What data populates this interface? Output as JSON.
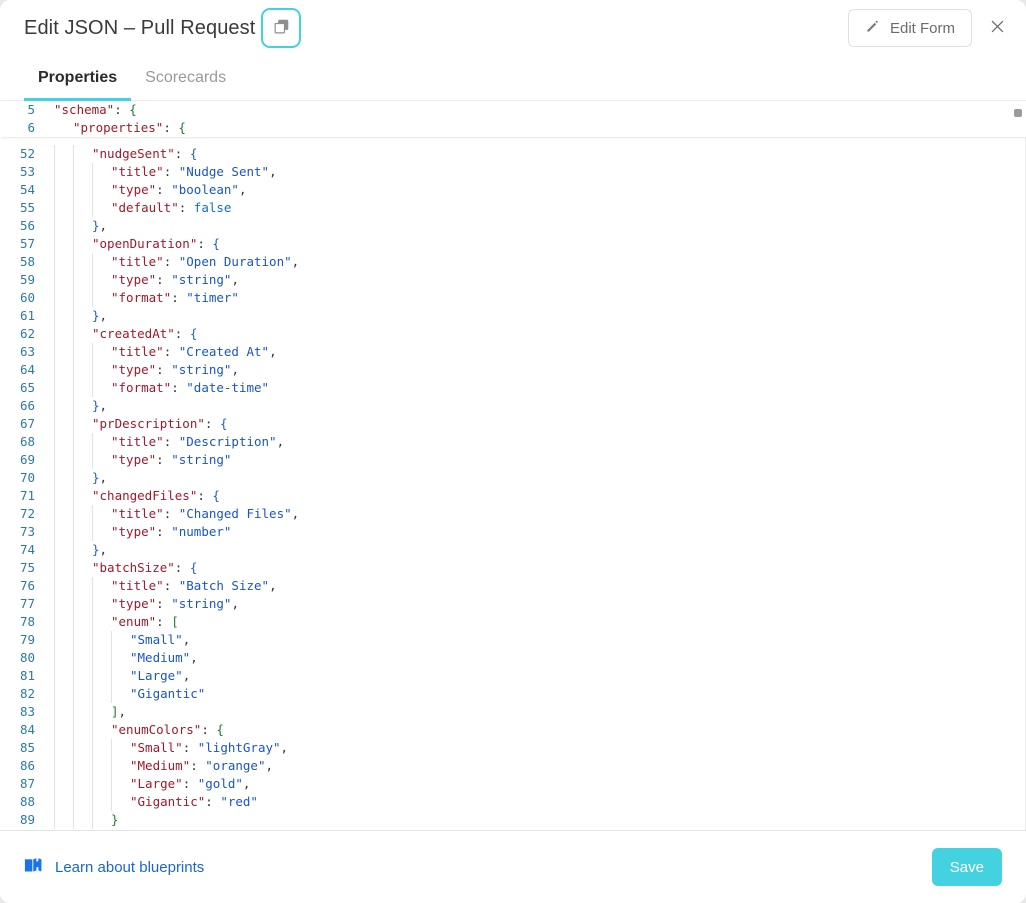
{
  "header": {
    "title": "Edit JSON – Pull Request",
    "copy_icon": "copy-icon",
    "edit_form_label": "Edit Form",
    "pencil_icon": "pencil-icon",
    "close_icon": "close-icon",
    "focus_ring_color": "#44d2e0"
  },
  "tabs": [
    {
      "label": "Properties",
      "active": true
    },
    {
      "label": "Scorecards",
      "active": false
    }
  ],
  "editor": {
    "sticky_lines": [
      {
        "num": "5",
        "indent": 0,
        "tokens": [
          {
            "t": "\"schema\"",
            "c": "k"
          },
          {
            "t": ": ",
            "c": "c"
          },
          {
            "t": "{",
            "c": "g"
          }
        ]
      },
      {
        "num": "6",
        "indent": 1,
        "tokens": [
          {
            "t": "\"properties\"",
            "c": "k"
          },
          {
            "t": ": ",
            "c": "c"
          },
          {
            "t": "{",
            "c": "g"
          }
        ]
      }
    ],
    "lines": [
      {
        "num": "52",
        "indent": 2,
        "tokens": [
          {
            "t": "\"nudgeSent\"",
            "c": "k"
          },
          {
            "t": ": ",
            "c": "c"
          },
          {
            "t": "{",
            "c": "p"
          }
        ]
      },
      {
        "num": "53",
        "indent": 3,
        "tokens": [
          {
            "t": "\"title\"",
            "c": "k"
          },
          {
            "t": ": ",
            "c": "c"
          },
          {
            "t": "\"Nudge Sent\"",
            "c": "s"
          },
          {
            "t": ",",
            "c": "c"
          }
        ]
      },
      {
        "num": "54",
        "indent": 3,
        "tokens": [
          {
            "t": "\"type\"",
            "c": "k"
          },
          {
            "t": ": ",
            "c": "c"
          },
          {
            "t": "\"boolean\"",
            "c": "s"
          },
          {
            "t": ",",
            "c": "c"
          }
        ]
      },
      {
        "num": "55",
        "indent": 3,
        "tokens": [
          {
            "t": "\"default\"",
            "c": "k"
          },
          {
            "t": ": ",
            "c": "c"
          },
          {
            "t": "false",
            "c": "b"
          }
        ]
      },
      {
        "num": "56",
        "indent": 2,
        "tokens": [
          {
            "t": "}",
            "c": "p"
          },
          {
            "t": ",",
            "c": "c"
          }
        ]
      },
      {
        "num": "57",
        "indent": 2,
        "tokens": [
          {
            "t": "\"openDuration\"",
            "c": "k"
          },
          {
            "t": ": ",
            "c": "c"
          },
          {
            "t": "{",
            "c": "p"
          }
        ]
      },
      {
        "num": "58",
        "indent": 3,
        "tokens": [
          {
            "t": "\"title\"",
            "c": "k"
          },
          {
            "t": ": ",
            "c": "c"
          },
          {
            "t": "\"Open Duration\"",
            "c": "s"
          },
          {
            "t": ",",
            "c": "c"
          }
        ]
      },
      {
        "num": "59",
        "indent": 3,
        "tokens": [
          {
            "t": "\"type\"",
            "c": "k"
          },
          {
            "t": ": ",
            "c": "c"
          },
          {
            "t": "\"string\"",
            "c": "s"
          },
          {
            "t": ",",
            "c": "c"
          }
        ]
      },
      {
        "num": "60",
        "indent": 3,
        "tokens": [
          {
            "t": "\"format\"",
            "c": "k"
          },
          {
            "t": ": ",
            "c": "c"
          },
          {
            "t": "\"timer\"",
            "c": "s"
          }
        ]
      },
      {
        "num": "61",
        "indent": 2,
        "tokens": [
          {
            "t": "}",
            "c": "p"
          },
          {
            "t": ",",
            "c": "c"
          }
        ]
      },
      {
        "num": "62",
        "indent": 2,
        "tokens": [
          {
            "t": "\"createdAt\"",
            "c": "k"
          },
          {
            "t": ": ",
            "c": "c"
          },
          {
            "t": "{",
            "c": "p"
          }
        ]
      },
      {
        "num": "63",
        "indent": 3,
        "tokens": [
          {
            "t": "\"title\"",
            "c": "k"
          },
          {
            "t": ": ",
            "c": "c"
          },
          {
            "t": "\"Created At\"",
            "c": "s"
          },
          {
            "t": ",",
            "c": "c"
          }
        ]
      },
      {
        "num": "64",
        "indent": 3,
        "tokens": [
          {
            "t": "\"type\"",
            "c": "k"
          },
          {
            "t": ": ",
            "c": "c"
          },
          {
            "t": "\"string\"",
            "c": "s"
          },
          {
            "t": ",",
            "c": "c"
          }
        ]
      },
      {
        "num": "65",
        "indent": 3,
        "tokens": [
          {
            "t": "\"format\"",
            "c": "k"
          },
          {
            "t": ": ",
            "c": "c"
          },
          {
            "t": "\"date-time\"",
            "c": "s"
          }
        ]
      },
      {
        "num": "66",
        "indent": 2,
        "tokens": [
          {
            "t": "}",
            "c": "p"
          },
          {
            "t": ",",
            "c": "c"
          }
        ]
      },
      {
        "num": "67",
        "indent": 2,
        "tokens": [
          {
            "t": "\"prDescription\"",
            "c": "k"
          },
          {
            "t": ": ",
            "c": "c"
          },
          {
            "t": "{",
            "c": "p"
          }
        ]
      },
      {
        "num": "68",
        "indent": 3,
        "tokens": [
          {
            "t": "\"title\"",
            "c": "k"
          },
          {
            "t": ": ",
            "c": "c"
          },
          {
            "t": "\"Description\"",
            "c": "s"
          },
          {
            "t": ",",
            "c": "c"
          }
        ]
      },
      {
        "num": "69",
        "indent": 3,
        "tokens": [
          {
            "t": "\"type\"",
            "c": "k"
          },
          {
            "t": ": ",
            "c": "c"
          },
          {
            "t": "\"string\"",
            "c": "s"
          }
        ]
      },
      {
        "num": "70",
        "indent": 2,
        "tokens": [
          {
            "t": "}",
            "c": "p"
          },
          {
            "t": ",",
            "c": "c"
          }
        ]
      },
      {
        "num": "71",
        "indent": 2,
        "tokens": [
          {
            "t": "\"changedFiles\"",
            "c": "k"
          },
          {
            "t": ": ",
            "c": "c"
          },
          {
            "t": "{",
            "c": "p"
          }
        ]
      },
      {
        "num": "72",
        "indent": 3,
        "tokens": [
          {
            "t": "\"title\"",
            "c": "k"
          },
          {
            "t": ": ",
            "c": "c"
          },
          {
            "t": "\"Changed Files\"",
            "c": "s"
          },
          {
            "t": ",",
            "c": "c"
          }
        ]
      },
      {
        "num": "73",
        "indent": 3,
        "tokens": [
          {
            "t": "\"type\"",
            "c": "k"
          },
          {
            "t": ": ",
            "c": "c"
          },
          {
            "t": "\"number\"",
            "c": "s"
          }
        ]
      },
      {
        "num": "74",
        "indent": 2,
        "tokens": [
          {
            "t": "}",
            "c": "p"
          },
          {
            "t": ",",
            "c": "c"
          }
        ]
      },
      {
        "num": "75",
        "indent": 2,
        "tokens": [
          {
            "t": "\"batchSize\"",
            "c": "k"
          },
          {
            "t": ": ",
            "c": "c"
          },
          {
            "t": "{",
            "c": "p"
          }
        ]
      },
      {
        "num": "76",
        "indent": 3,
        "tokens": [
          {
            "t": "\"title\"",
            "c": "k"
          },
          {
            "t": ": ",
            "c": "c"
          },
          {
            "t": "\"Batch Size\"",
            "c": "s"
          },
          {
            "t": ",",
            "c": "c"
          }
        ]
      },
      {
        "num": "77",
        "indent": 3,
        "tokens": [
          {
            "t": "\"type\"",
            "c": "k"
          },
          {
            "t": ": ",
            "c": "c"
          },
          {
            "t": "\"string\"",
            "c": "s"
          },
          {
            "t": ",",
            "c": "c"
          }
        ]
      },
      {
        "num": "78",
        "indent": 3,
        "tokens": [
          {
            "t": "\"enum\"",
            "c": "k"
          },
          {
            "t": ": ",
            "c": "c"
          },
          {
            "t": "[",
            "c": "g"
          }
        ]
      },
      {
        "num": "79",
        "indent": 4,
        "tokens": [
          {
            "t": "\"Small\"",
            "c": "s"
          },
          {
            "t": ",",
            "c": "c"
          }
        ]
      },
      {
        "num": "80",
        "indent": 4,
        "tokens": [
          {
            "t": "\"Medium\"",
            "c": "s"
          },
          {
            "t": ",",
            "c": "c"
          }
        ]
      },
      {
        "num": "81",
        "indent": 4,
        "tokens": [
          {
            "t": "\"Large\"",
            "c": "s"
          },
          {
            "t": ",",
            "c": "c"
          }
        ]
      },
      {
        "num": "82",
        "indent": 4,
        "tokens": [
          {
            "t": "\"Gigantic\"",
            "c": "s"
          }
        ]
      },
      {
        "num": "83",
        "indent": 3,
        "tokens": [
          {
            "t": "]",
            "c": "g"
          },
          {
            "t": ",",
            "c": "c"
          }
        ]
      },
      {
        "num": "84",
        "indent": 3,
        "tokens": [
          {
            "t": "\"enumColors\"",
            "c": "k"
          },
          {
            "t": ": ",
            "c": "c"
          },
          {
            "t": "{",
            "c": "g"
          }
        ]
      },
      {
        "num": "85",
        "indent": 4,
        "tokens": [
          {
            "t": "\"Small\"",
            "c": "k"
          },
          {
            "t": ": ",
            "c": "c"
          },
          {
            "t": "\"lightGray\"",
            "c": "s"
          },
          {
            "t": ",",
            "c": "c"
          }
        ]
      },
      {
        "num": "86",
        "indent": 4,
        "tokens": [
          {
            "t": "\"Medium\"",
            "c": "k"
          },
          {
            "t": ": ",
            "c": "c"
          },
          {
            "t": "\"orange\"",
            "c": "s"
          },
          {
            "t": ",",
            "c": "c"
          }
        ]
      },
      {
        "num": "87",
        "indent": 4,
        "tokens": [
          {
            "t": "\"Large\"",
            "c": "k"
          },
          {
            "t": ": ",
            "c": "c"
          },
          {
            "t": "\"gold\"",
            "c": "s"
          },
          {
            "t": ",",
            "c": "c"
          }
        ]
      },
      {
        "num": "88",
        "indent": 4,
        "tokens": [
          {
            "t": "\"Gigantic\"",
            "c": "k"
          },
          {
            "t": ": ",
            "c": "c"
          },
          {
            "t": "\"red\"",
            "c": "s"
          }
        ]
      },
      {
        "num": "89",
        "indent": 3,
        "tokens": [
          {
            "t": "}",
            "c": "g"
          }
        ]
      }
    ]
  },
  "footer": {
    "learn_label": "Learn about blueprints",
    "book_icon": "book-icon",
    "save_label": "Save",
    "save_color": "#44d2e0",
    "link_color": "#1967d2"
  }
}
